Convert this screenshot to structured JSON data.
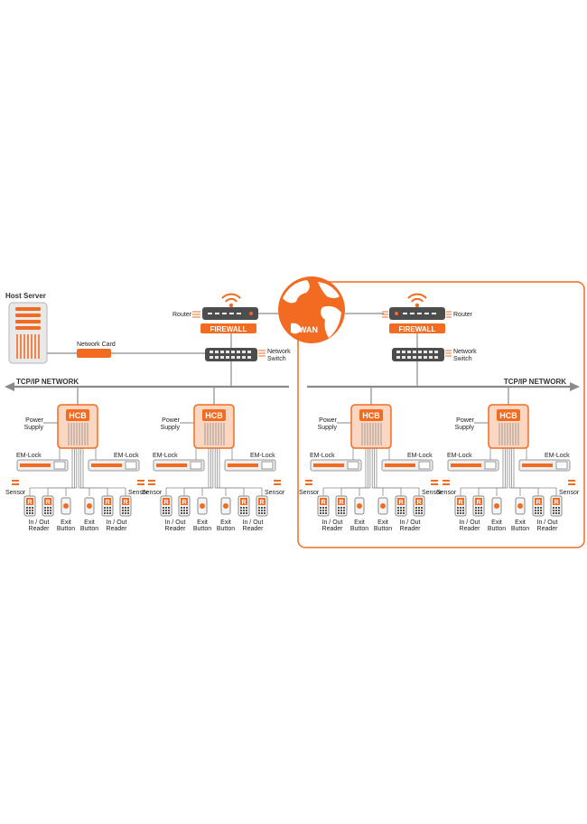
{
  "colors": {
    "accent": "#f26b21",
    "accent_light": "#fbd7c2",
    "dark": "#4d4d4d",
    "gray": "#8a8a8a",
    "light_gray": "#d9d9d9",
    "text": "#222222"
  },
  "labels": {
    "host_server": "Host Server",
    "network_card": "Network Card",
    "router": "Router",
    "firewall": "FIREWALL",
    "network_switch_line1": "Network",
    "network_switch_line2": "Switch",
    "wan": "WAN",
    "tcpip": "TCP/IP NETWORK",
    "hcb": "HCB",
    "power_line1": "Power",
    "power_line2": "Supply",
    "em_lock": "EM-Lock",
    "sensor": "Sensor",
    "reader_line1": "In / Out",
    "reader_line2": "Reader",
    "exit_line1": "Exit",
    "exit_line2": "Button",
    "reader_glyph": "R"
  },
  "icons": {
    "server": "server-icon",
    "wifi": "wifi-icon",
    "router": "router-icon",
    "switch": "switch-icon",
    "globe": "globe-icon",
    "reader": "reader-icon",
    "exit": "exit-button-icon",
    "lock": "em-lock-icon",
    "sensor": "sensor-icon"
  }
}
